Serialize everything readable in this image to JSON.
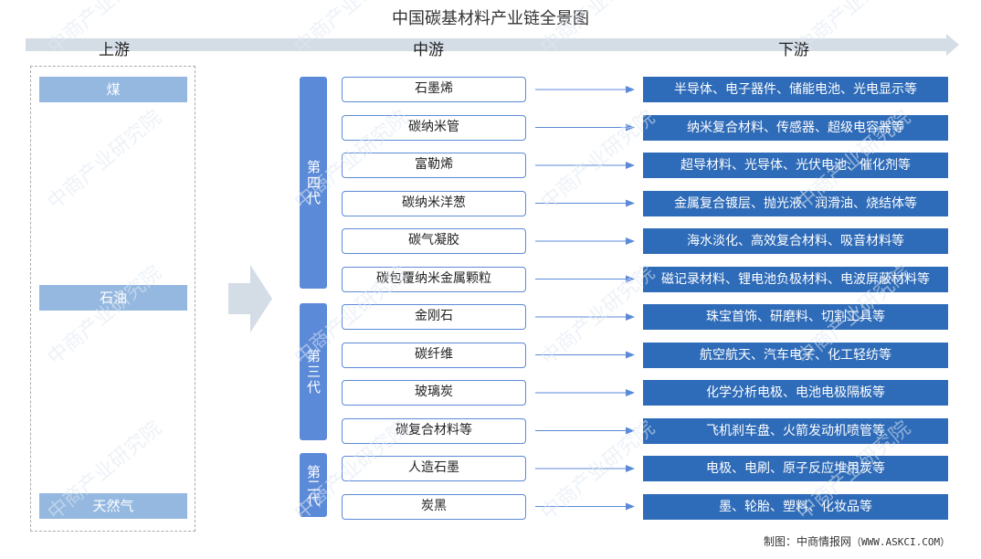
{
  "title": "中国碳基材料产业链全景图",
  "columns": {
    "upstream": "上游",
    "midstream": "中游",
    "downstream": "下游"
  },
  "upstream": [
    "煤",
    "石油",
    "天然气"
  ],
  "generations": [
    "第四代",
    "第三代",
    "第二代"
  ],
  "rows": [
    {
      "mid": "石墨烯",
      "down": "半导体、电子器件、储能电池、光电显示等"
    },
    {
      "mid": "碳纳米管",
      "down": "纳米复合材料、传感器、超级电容器等"
    },
    {
      "mid": "富勒烯",
      "down": "超导材料、光导体、光伏电池、催化剂等"
    },
    {
      "mid": "碳纳米洋葱",
      "down": "金属复合镀层、抛光液、润滑油、烧结体等"
    },
    {
      "mid": "碳气凝胶",
      "down": "海水淡化、高效复合材料、吸音材料等"
    },
    {
      "mid": "碳包覆纳米金属颗粒",
      "down": "磁记录材料、锂电池负极材料、电波屏蔽材料等"
    },
    {
      "mid": "金刚石",
      "down": "珠宝首饰、研磨料、切割工具等"
    },
    {
      "mid": "碳纤维",
      "down": "航空航天、汽车电子、化工轻纺等"
    },
    {
      "mid": "玻璃炭",
      "down": "化学分析电极、电池电极隔板等"
    },
    {
      "mid": "碳复合材料等",
      "down": "飞机刹车盘、火箭发动机喷管等"
    },
    {
      "mid": "人造石墨",
      "down": "电极、电刷、原子反应堆用炭等"
    },
    {
      "mid": "炭黑",
      "down": "墨、轮胎、塑料、化妆品等"
    }
  ],
  "credit": {
    "label": "制图：中商情报网",
    "url": "（WWW.ASKCI.COM）"
  },
  "watermark": "中商产业研究院",
  "colors": {
    "mid_border": "#5b8ad8",
    "down_fill": "#2e6bb8",
    "raw_fill": "#94b8e0",
    "gen_fill": "#5b8ad8",
    "arrow": "#d4dce6"
  }
}
